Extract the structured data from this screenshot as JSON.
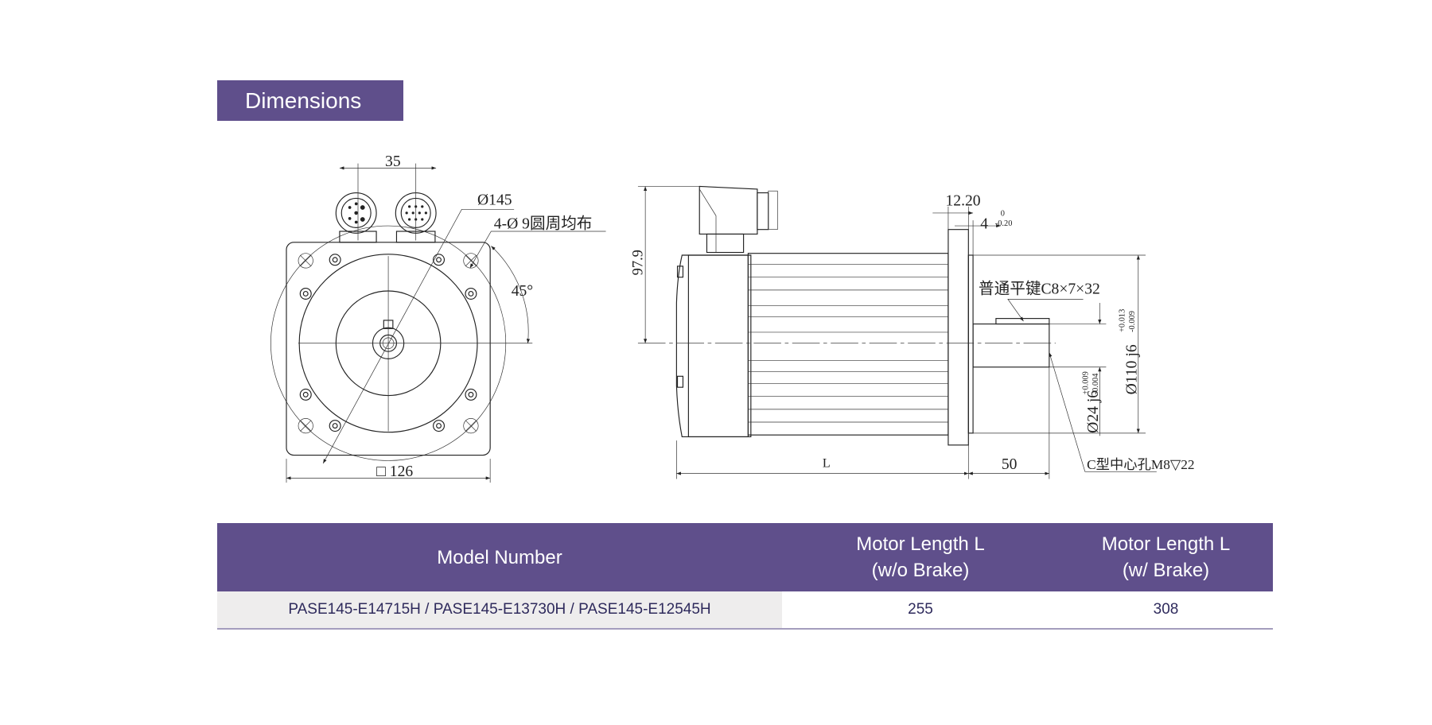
{
  "title": "Dimensions",
  "front_view": {
    "connector_spacing": "35",
    "pcd_label": "Ø145",
    "holes_label": "4-Ø 9圆周均布",
    "angle_label": "45°",
    "square_label": "□ 126"
  },
  "side_view": {
    "height_label": "97.9",
    "flange_label": "12.20",
    "pilot_label": "4",
    "pilot_tol_upper": "0",
    "pilot_tol_lower": "-0.20",
    "key_label": "普通平键C8×7×32",
    "spigot_label": "Ø110 j6",
    "spigot_tol_upper": "+0.013",
    "spigot_tol_lower": "-0.009",
    "shaft_label": "Ø24 j6",
    "shaft_tol_upper": "+0.009",
    "shaft_tol_lower": "-0.004",
    "length_label": "L",
    "shaft_length_label": "50",
    "center_hole_label": "C型中心孔M8▽22"
  },
  "table": {
    "headers": [
      "Model Number",
      "Motor Length L",
      "(w/o Brake)",
      "Motor Length L",
      "(w/ Brake)"
    ],
    "rows": [
      {
        "model": "PASE145-E14715H / PASE145-E13730H / PASE145-E12545H",
        "length_no_brake": "255",
        "length_brake": "308"
      }
    ]
  }
}
